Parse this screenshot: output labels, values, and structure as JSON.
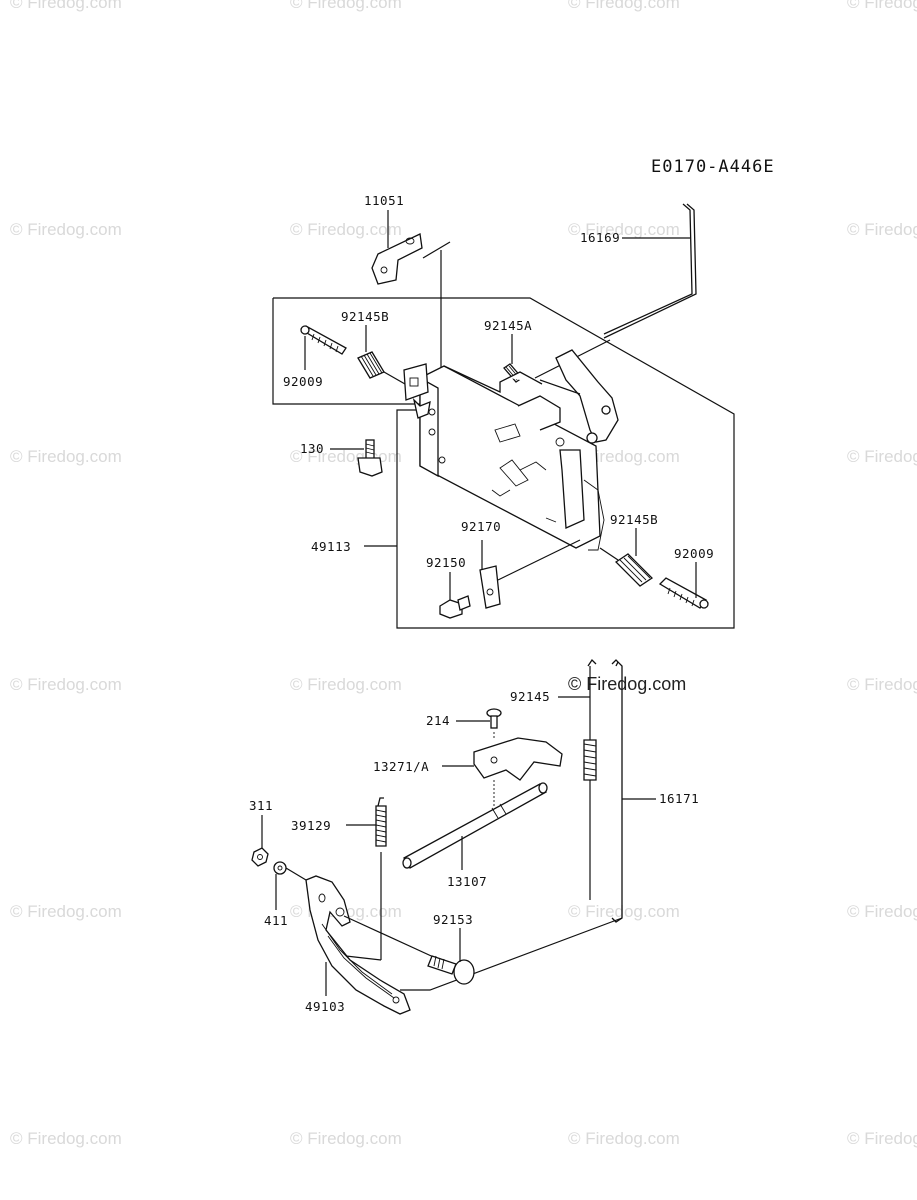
{
  "diagram_code": "E0170-A446E",
  "brand": "© Firedog.com",
  "watermark": "© Firedog.com",
  "parts": {
    "p11051": "11051",
    "p16169": "16169",
    "p92145B_a": "92145B",
    "p92145A": "92145A",
    "p92009_a": "92009",
    "p130": "130",
    "p49113": "49113",
    "p92170": "92170",
    "p92145B_b": "92145B",
    "p92150": "92150",
    "p92009_b": "92009",
    "p92145": "92145",
    "p214": "214",
    "p13271A": "13271/A",
    "p311": "311",
    "p39129": "39129",
    "p16171": "16171",
    "p13107": "13107",
    "p411": "411",
    "p92153": "92153",
    "p49103": "49103"
  }
}
